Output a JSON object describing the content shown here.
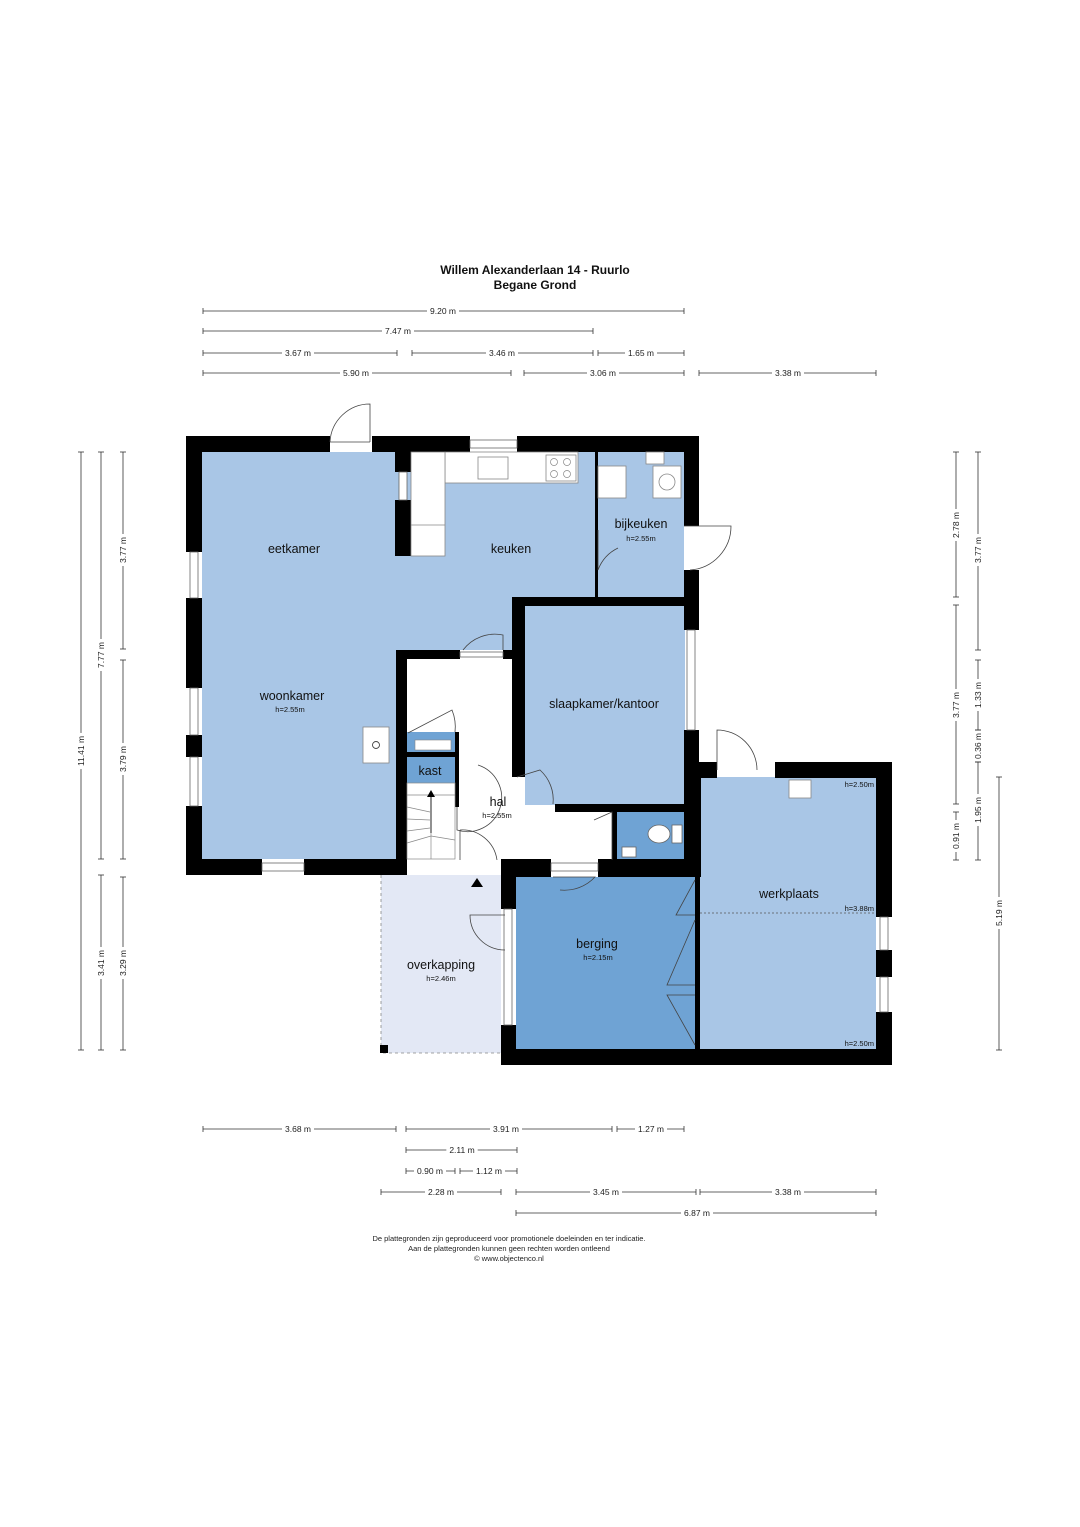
{
  "header": {
    "title": "Willem Alexanderlaan 14 - Ruurlo",
    "subtitle": "Begane Grond"
  },
  "colors": {
    "room_light": "#a9c6e6",
    "room_mid": "#6fa3d4",
    "room_pale": "#e3e8f5",
    "hall": "#ffffff",
    "wall": "#000000"
  },
  "rooms": {
    "eetkamer": {
      "label": "eetkamer"
    },
    "keuken": {
      "label": "keuken"
    },
    "bijkeuken": {
      "label": "bijkeuken",
      "height": "h=2.55m"
    },
    "woonkamer": {
      "label": "woonkamer",
      "height": "h=2.55m"
    },
    "slaapkamer": {
      "label": "slaapkamer/kantoor"
    },
    "kast": {
      "label": "kast"
    },
    "hal": {
      "label": "hal",
      "height": "h=2.55m"
    },
    "werkplaats": {
      "label": "werkplaats",
      "height_top": "h=2.50m",
      "height_mid": "h=3.88m",
      "height_bottom": "h=2.50m"
    },
    "berging": {
      "label": "berging",
      "height": "h=2.15m"
    },
    "overkapping": {
      "label": "overkapping",
      "height": "h=2.46m"
    }
  },
  "dimensions": {
    "top": [
      "9.20 m",
      "7.47 m",
      "3.67 m",
      "3.46 m",
      "1.65 m",
      "5.90 m",
      "3.06 m",
      "3.38 m"
    ],
    "left": [
      "11.41 m",
      "7.77 m",
      "3.77 m",
      "3.79 m",
      "3.41 m",
      "3.29 m"
    ],
    "right": [
      "2.78 m",
      "3.77 m",
      "3.77 m",
      "1.33 m",
      "0.36 m",
      "0.91 m",
      "1.95 m",
      "5.19 m"
    ],
    "bottom": [
      "3.68 m",
      "3.91 m",
      "1.27 m",
      "2.11 m",
      "0.90 m",
      "1.12 m",
      "2.28 m",
      "3.45 m",
      "3.38 m",
      "6.87 m"
    ]
  },
  "disclaimer": {
    "line1": "De plattegronden zijn geproduceerd voor promotionele doeleinden en ter indicatie.",
    "line2": "Aan de plattegronden kunnen geen rechten worden ontleend",
    "line3": "© www.objectenco.nl"
  }
}
